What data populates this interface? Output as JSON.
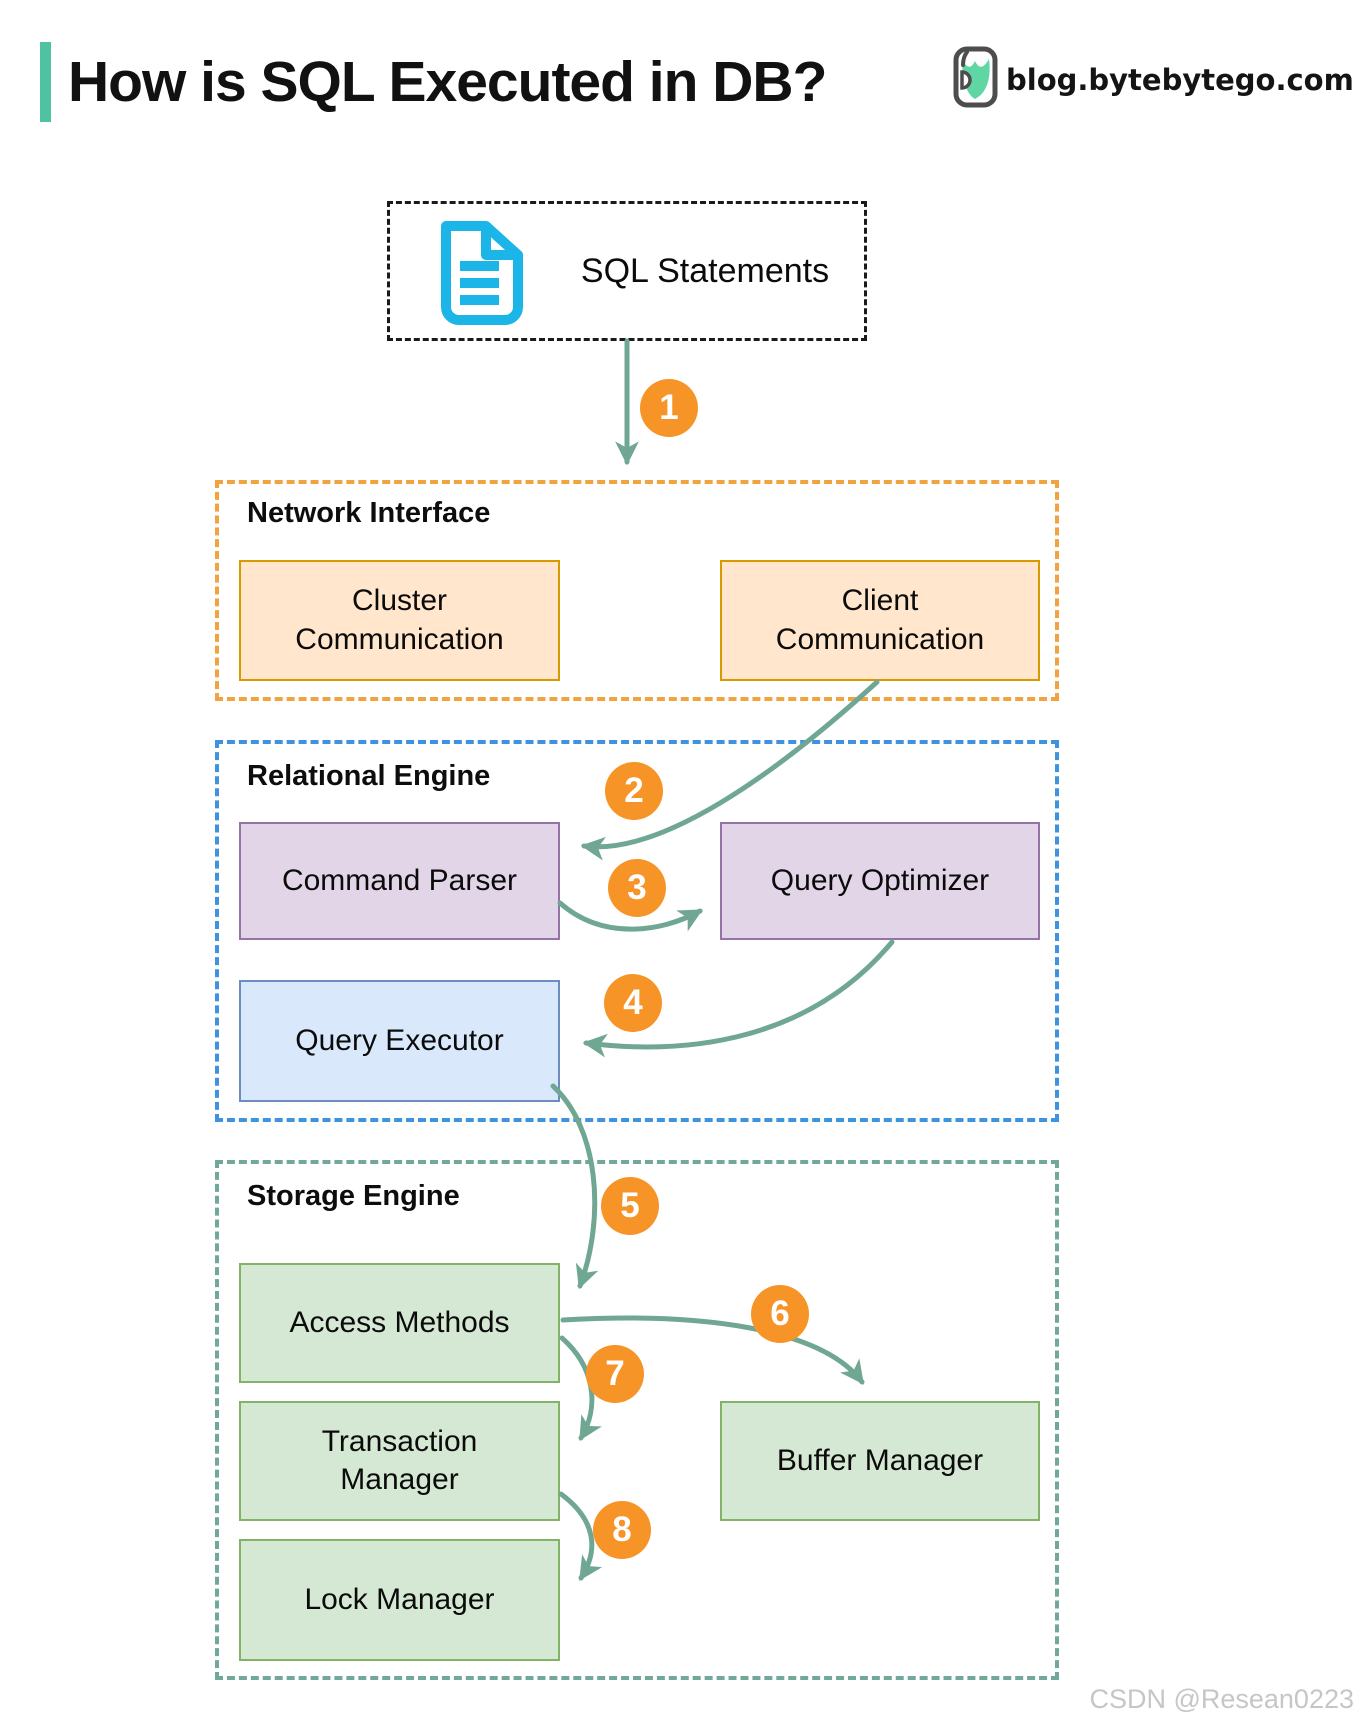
{
  "header": {
    "title": "How is SQL Executed in DB?",
    "brand": "blog.bytebytego.com"
  },
  "icons": {
    "brand_logo": "bytebytego-logo-icon",
    "sql_document": "document-icon"
  },
  "sql_box": {
    "label": "SQL Statements"
  },
  "sections": {
    "network_interface": {
      "title": "Network Interface",
      "boxes": [
        {
          "label": "Cluster Communication"
        },
        {
          "label": "Client Communication"
        }
      ]
    },
    "relational_engine": {
      "title": "Relational Engine",
      "boxes": [
        {
          "label": "Command Parser"
        },
        {
          "label": "Query Optimizer"
        },
        {
          "label": "Query Executor"
        }
      ]
    },
    "storage_engine": {
      "title": "Storage Engine",
      "boxes": [
        {
          "label": "Access Methods"
        },
        {
          "label": "Transaction Manager"
        },
        {
          "label": "Buffer Manager"
        },
        {
          "label": "Lock Manager"
        }
      ]
    }
  },
  "steps": [
    "1",
    "2",
    "3",
    "4",
    "5",
    "6",
    "7",
    "8"
  ],
  "watermark": {
    "text": "CSDN @Resean0223"
  },
  "colors": {
    "accent_bar": "#4FC3A1",
    "logo_mint": "#5FD6A4",
    "doc_icon_cyan": "#1CB5E8",
    "arrow_teal": "#6FA793",
    "step_circle_orange": "#F79428",
    "network_border": "#F0A33F",
    "relational_border": "#3E92E0",
    "storage_border": "#72A79B",
    "peach_fill": "#FFE6CC",
    "peach_stroke": "#D79B00",
    "purple_fill": "#E1D5E7",
    "purple_stroke": "#9673A6",
    "blue_fill": "#DAE8FC",
    "blue_stroke": "#6C8EBF",
    "green_fill": "#D5E8D4",
    "green_stroke": "#82B366",
    "watermark_gray": "#C6C6C6"
  }
}
